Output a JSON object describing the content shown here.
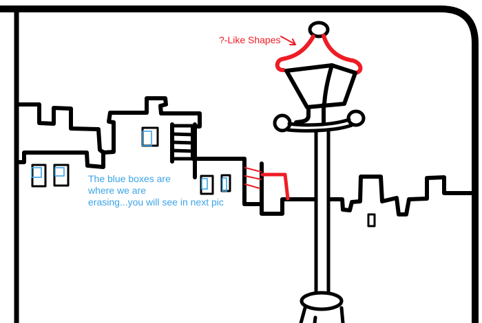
{
  "annotations": {
    "shape_label": "?-Like Shapes",
    "note_lines": [
      "The blue boxes are",
      "where we are",
      "erasing...you will see in next pic"
    ]
  },
  "colors": {
    "ink": "#000000",
    "highlight_red": "#ee1c25",
    "erase_blue": "#3ba4e6",
    "background": "#ffffff"
  },
  "scene": {
    "subject": "street lamp in front of city skyline",
    "elements": [
      "panel-frame",
      "skyline-left",
      "skyline-right",
      "street-lamp",
      "windows",
      "erase-markers"
    ]
  }
}
